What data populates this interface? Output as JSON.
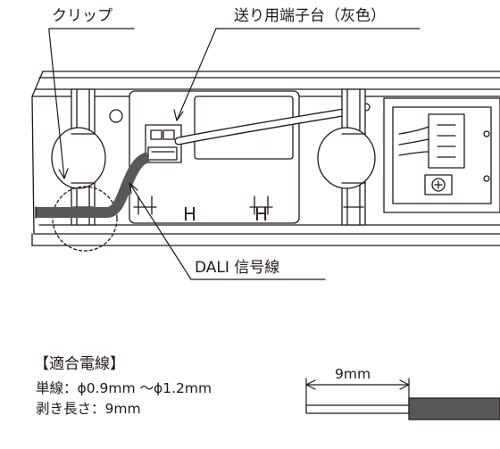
{
  "callouts": {
    "clip": "クリップ",
    "terminal": "送り用端子台（灰色）",
    "dali": "DALI 信号線"
  },
  "wire_spec": {
    "heading": "【適合電線】",
    "single_wire": "単線：ϕ0.9mm 〜ϕ1.2mm",
    "strip_length": "剥き長さ：9mm",
    "dimension": "9mm"
  },
  "colors": {
    "line": "#231815",
    "wire_gray": "#595757",
    "housing_fill": "#ffffff"
  }
}
